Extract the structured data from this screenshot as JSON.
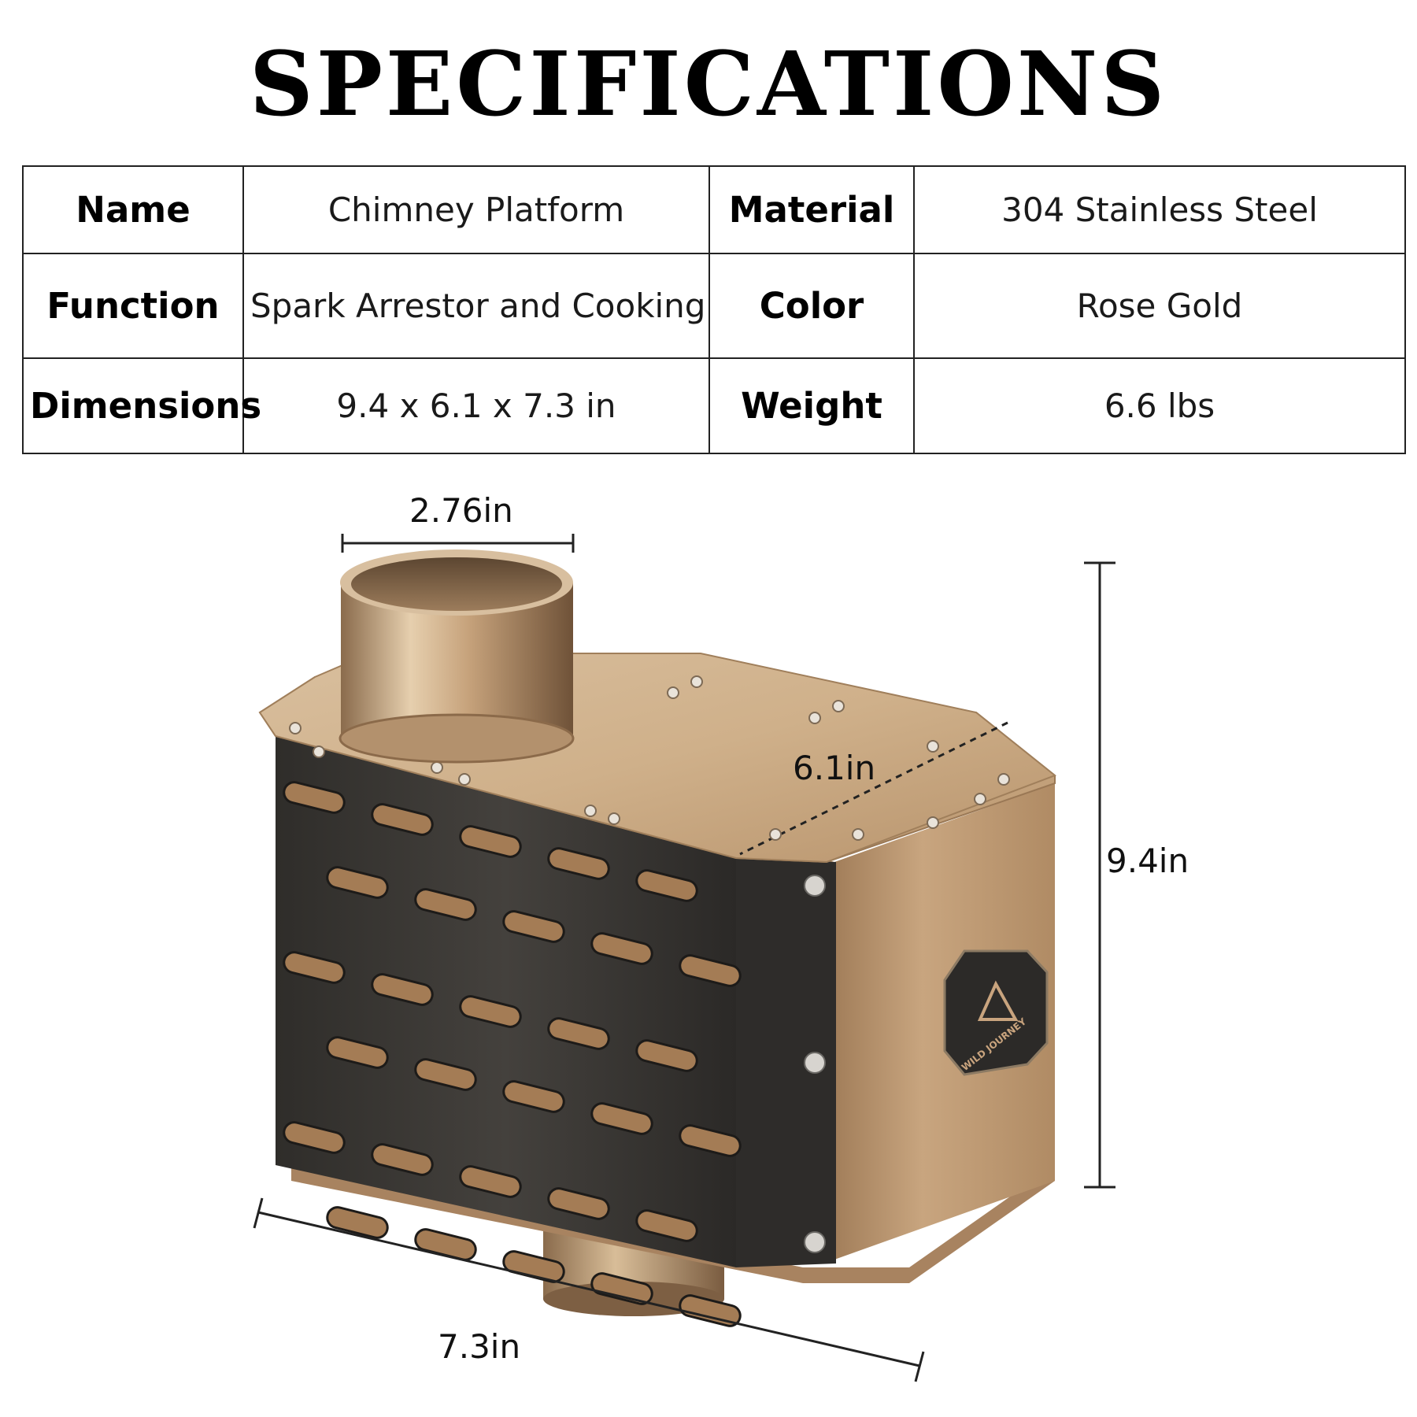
{
  "title": "SPECIFICATIONS",
  "specs": {
    "rows": [
      {
        "label1": "Name",
        "value1": "Chimney Platform",
        "label2": "Material",
        "value2": "304 Stainless Steel"
      },
      {
        "label1": "Function",
        "value1": "Spark Arrestor and Cooking",
        "label2": "Color",
        "value2": "Rose Gold"
      },
      {
        "label1": "Dimensions",
        "value1": "9.4 x 6.1 x 7.3 in",
        "label2": "Weight",
        "value2": "6.6 lbs"
      }
    ]
  },
  "dimensions": {
    "pipe_diameter": "2.76in",
    "depth": "6.1in",
    "height": "9.4in",
    "length": "7.3in"
  },
  "brand_logo": "WILD JOURNEY",
  "colors": {
    "rose_gold": "#c9a47e",
    "panel_dark": "#3a3835"
  }
}
